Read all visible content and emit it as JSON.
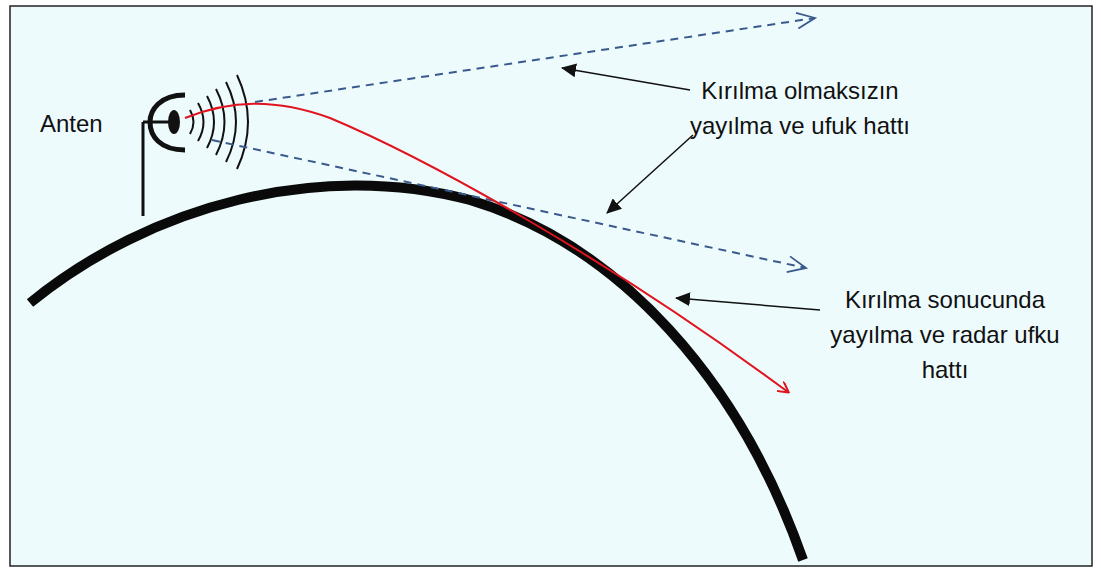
{
  "diagram": {
    "labels": [
      "Anten",
      "Kırılma olmaksızın yayılma ve ufuk hattı",
      "Kırılma sonucunda yayılma ve radar ufku hattı"
    ]
  }
}
